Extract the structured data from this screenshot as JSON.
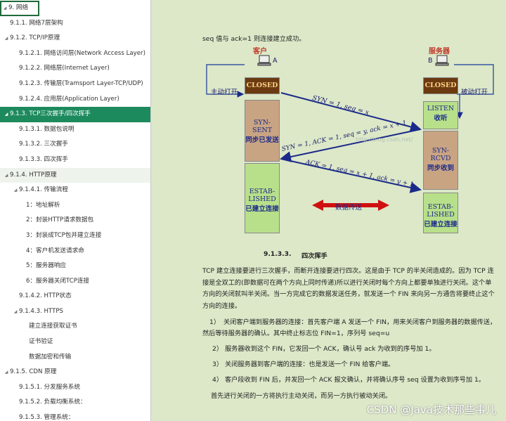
{
  "sidebar": {
    "items": [
      {
        "label": "9. 网络",
        "level": 0,
        "arrow": "▲",
        "state": "boxed"
      },
      {
        "label": "9.1.1. 网络7层架构",
        "level": 1,
        "arrow": "",
        "state": ""
      },
      {
        "label": "9.1.2. TCP/IP原理",
        "level": 1,
        "arrow": "▲",
        "state": ""
      },
      {
        "label": "9.1.2.1. 网络访问层(Network Access Layer)",
        "level": 2,
        "arrow": "",
        "state": ""
      },
      {
        "label": "9.1.2.2. 网络层(Internet Layer)",
        "level": 2,
        "arrow": "",
        "state": ""
      },
      {
        "label": "9.1.2.3. 传输层(Tramsport Layer-TCP/UDP)",
        "level": 2,
        "arrow": "",
        "state": ""
      },
      {
        "label": "9.1.2.4. 应用层(Application Layer)",
        "level": 2,
        "arrow": "",
        "state": ""
      },
      {
        "label": "9.1.3. TCP三次握手/四次挥手",
        "level": 1,
        "arrow": "▲",
        "state": "active"
      },
      {
        "label": "9.1.3.1. 数据包说明",
        "level": 2,
        "arrow": "",
        "state": ""
      },
      {
        "label": "9.1.3.2. 三次握手",
        "level": 2,
        "arrow": "",
        "state": ""
      },
      {
        "label": "9.1.3.3. 四次挥手",
        "level": 2,
        "arrow": "",
        "state": ""
      },
      {
        "label": "9.1.4. HTTP原理",
        "level": 1,
        "arrow": "▲",
        "state": "hl"
      },
      {
        "label": "9.1.4.1. 传输流程",
        "level": 1,
        "arrow": "▲",
        "state": "",
        "indent": 2
      },
      {
        "label": "1：地址解析",
        "level": 3,
        "arrow": "",
        "state": ""
      },
      {
        "label": "2：封装HTTP请求数据包",
        "level": 3,
        "arrow": "",
        "state": ""
      },
      {
        "label": "3：封装成TCP包并建立连接",
        "level": 3,
        "arrow": "",
        "state": ""
      },
      {
        "label": "4：客户机发送请求命",
        "level": 3,
        "arrow": "",
        "state": ""
      },
      {
        "label": "5：服务器响应",
        "level": 3,
        "arrow": "",
        "state": ""
      },
      {
        "label": "6：服务器关闭TCP连接",
        "level": 3,
        "arrow": "",
        "state": ""
      },
      {
        "label": "9.1.4.2. HTTP状态",
        "level": 2,
        "arrow": "",
        "state": ""
      },
      {
        "label": "9.1.4.3. HTTPS",
        "level": 1,
        "arrow": "▲",
        "state": "",
        "indent": 2
      },
      {
        "label": "建立连接获取证书",
        "level": 4,
        "arrow": "",
        "state": ""
      },
      {
        "label": "证书验证",
        "level": 4,
        "arrow": "",
        "state": ""
      },
      {
        "label": "数据加密和传输",
        "level": 4,
        "arrow": "",
        "state": ""
      },
      {
        "label": "9.1.5. CDN 原理",
        "level": 1,
        "arrow": "▲",
        "state": ""
      },
      {
        "label": "9.1.5.1. 分发服务系统",
        "level": 2,
        "arrow": "",
        "state": ""
      },
      {
        "label": "9.1.5.2. 负载均衡系统：",
        "level": 2,
        "arrow": "",
        "state": ""
      },
      {
        "label": "9.1.5.3. 管理系统：",
        "level": 2,
        "arrow": "",
        "state": ""
      }
    ]
  },
  "main": {
    "top_line": "seq 值与 ack=1 则连接建立成功。",
    "diagram": {
      "client_title": "客户",
      "client_letter": "A",
      "server_title": "服务器",
      "server_letter": "B",
      "active_open": "主动打开",
      "passive_open": "被动打开",
      "closed_left": "CLOSED",
      "closed_right": "CLOSED",
      "syn_sent": "SYN-SENT",
      "syn_sent_cn": "同步已发送",
      "listen": "LISTEN",
      "listen_cn": "收听",
      "syn_rcvd": "SYN-RCVD",
      "syn_rcvd_cn": "同步收到",
      "estab_left": "ESTAB-LISHED",
      "estab_left_cn": "已建立连接",
      "estab_right": "ESTAB-LISHED",
      "estab_right_cn": "已建立连接",
      "msg1": "SYN = 1, seq = x",
      "msg2": "SYN = 1, ACK = 1, seq = y, ack = x + 1",
      "msg3": "ACK = 1, seq = x + 1, ack = y + 1",
      "data_transfer": "数据传送",
      "watermark": "http://blog.csdn.net/"
    },
    "caption_num": "9.1.3.3.",
    "caption_title": "四次挥手",
    "para1_lines": [
      "TCP 建立连接要进行三次握手，而断开连接要进行四次。这是由于 TCP 的半关闭造成的。因为 TCP 连",
      "接是全双工的(即数据可在两个方向上同时传递)所以进行关闭时每个方向上都要单独进行关闭。这个单",
      "方向的关闭就叫半关闭。当一方完成它的数据发送任务，就发送一个 FIN 来向另一方通告将要终止这个",
      "方向的连接。"
    ],
    "steps": [
      {
        "num": "1）",
        "lines": [
          "关闭客户端到服务器的连接：首先客户端 A 发送一个 FIN，用来关闭客户到服务器的数据传送，",
          "然后等待服务器的确认。其中终止标志位 FIN=1，序列号 seq=u"
        ]
      },
      {
        "num": "2）",
        "lines": [
          "服务器收到这个 FIN，它发回一个 ACK，确认号 ack 为收到的序号加 1。"
        ]
      },
      {
        "num": "3）",
        "lines": [
          "关闭服务器到客户端的连接：也是发送一个 FIN 给客户端。"
        ]
      },
      {
        "num": "4）",
        "lines": [
          "客户段收到 FIN 后，并发回一个 ACK 报文确认，并将确认序号 seq 设置为收到序号加 1。"
        ]
      }
    ],
    "final_line": "首先进行关闭的一方将执行主动关闭，而另一方执行被动关闭。",
    "footer_watermark": "CSDN @Java技术那些事儿"
  },
  "colors": {
    "background": "#dce8c8",
    "sidebar_active": "#1d8a5e",
    "closed_box": "#6b3a10",
    "tan_box": "#c9a483",
    "green_box": "#b8e08a",
    "arrow_blue": "#1a2a8a",
    "data_arrow_red": "#d01010"
  }
}
